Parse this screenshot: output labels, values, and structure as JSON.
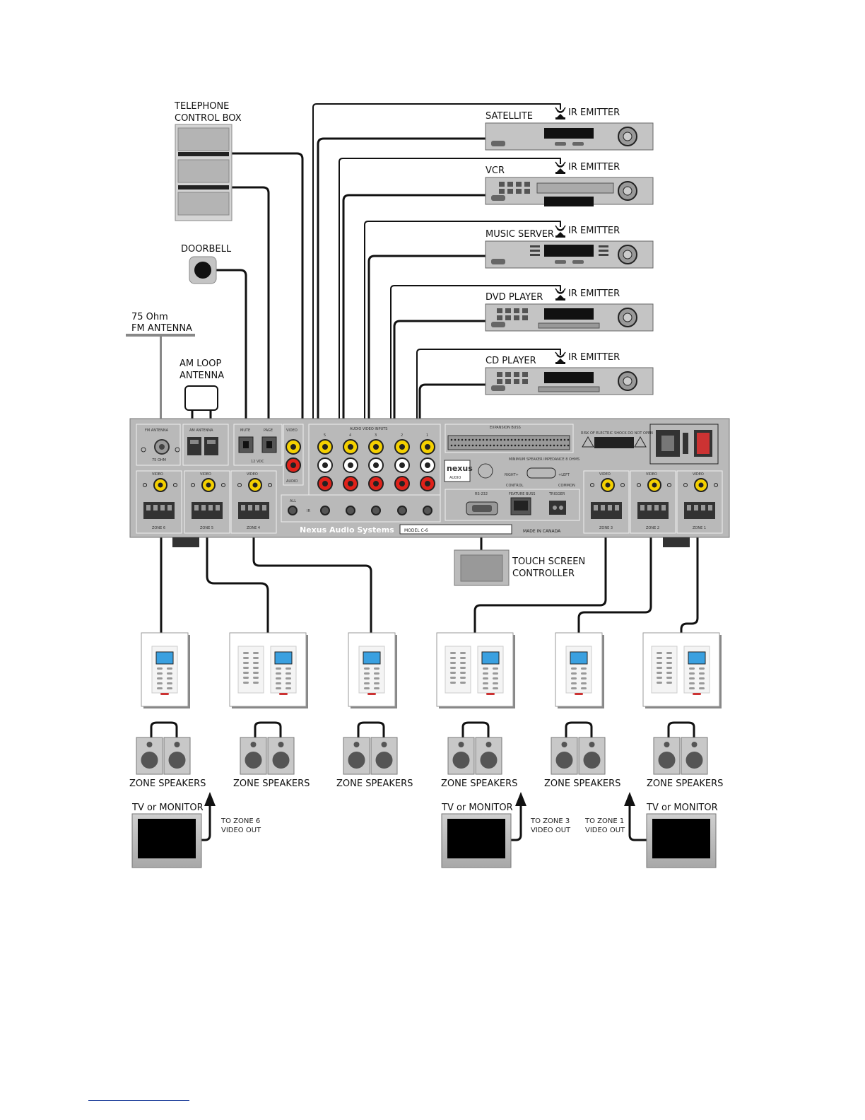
{
  "sources": [
    {
      "name": "SATELLITE",
      "ir": "IR EMITTER"
    },
    {
      "name": "VCR",
      "ir": "IR EMITTER"
    },
    {
      "name": "MUSIC SERVER",
      "ir": "IR EMITTER"
    },
    {
      "name": "DVD PLAYER",
      "ir": "IR EMITTER"
    },
    {
      "name": "CD PLAYER",
      "ir": "IR EMITTER"
    }
  ],
  "left_devices": {
    "telephone": [
      "TELEPHONE",
      "CONTROL BOX"
    ],
    "doorbell": "DOORBELL",
    "fm_antenna": [
      "75 Ohm",
      "FM ANTENNA"
    ],
    "am_antenna": [
      "AM LOOP",
      "ANTENNA"
    ]
  },
  "amplifier": {
    "fm_label": "FM ANTENNA",
    "fm_ohm": "75 OHM",
    "am_label": "AM ANTENNA",
    "mute": "MUTE",
    "page": "PAGE",
    "vdc": "12 VDC",
    "video": "VIDEO",
    "audio": "AUDIO",
    "audio_video_inputs": "AUDIO VIDEO INPUTS",
    "input_numbers": [
      "5",
      "4",
      "3",
      "2",
      "1"
    ],
    "all": "ALL",
    "ir": "IR",
    "expansion_buss": "EXPANSION BUSS",
    "caution": "RISK OF ELECTRIC SHOCK DO NOT OPEN",
    "brand_logo": "nexus",
    "brand_sub": "AUDIO",
    "impedance": "MINIMUM SPEAKER IMPEDANCE 8 OHMS",
    "rs232": "RS-232",
    "feature_buss": "FEATURE BUSS",
    "trigger": "TRIGGER",
    "right": "RIGHT+",
    "left": "+LEFT",
    "control": "CONTROL",
    "common": "COMMON",
    "brand": "Nexus Audio Systems",
    "model": "MODEL C-6",
    "made_in": "MADE IN CANADA",
    "zones_left": [
      "ZONE 6",
      "ZONE 5",
      "ZONE 4"
    ],
    "zones_right": [
      "ZONE 3",
      "ZONE 2",
      "ZONE 1"
    ]
  },
  "touch_screen": [
    "TOUCH SCREEN",
    "CONTROLLER"
  ],
  "speakers_label": "ZONE SPEAKERS",
  "tv": {
    "label": "TV or MONITOR",
    "zone6": [
      "TO ZONE 6",
      "VIDEO OUT"
    ],
    "zone3": [
      "TO ZONE 3",
      "VIDEO OUT"
    ],
    "zone1": [
      "TO ZONE 1",
      "VIDEO OUT"
    ]
  },
  "colors": {
    "panel": "#b9b9b9",
    "device": "#c4c4c4",
    "rca_yellow": "#f4d000",
    "rca_red": "#e0221a",
    "rca_white": "#ffffff",
    "keypad_screen": "#3aa0e0"
  }
}
